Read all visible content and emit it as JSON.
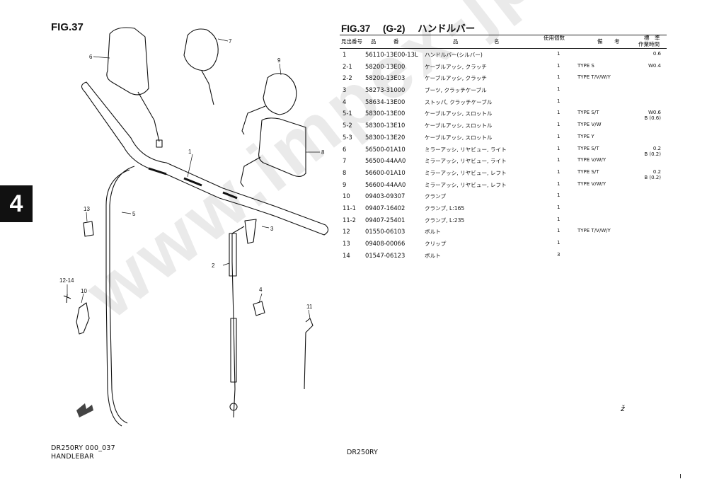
{
  "left": {
    "fig_label": "FIG.37",
    "section_tab": "4",
    "footer_code": "DR250RY 000_037",
    "footer_title": "HANDLEBAR"
  },
  "callouts": {
    "c1": "1",
    "c2": "2",
    "c3": "3",
    "c4": "4",
    "c5": "5",
    "c6": "6",
    "c7": "7",
    "c8": "8",
    "c9": "9",
    "c10": "10",
    "c11": "11",
    "c12_14": "12-14",
    "c13": "13"
  },
  "right": {
    "fig": "FIG.37",
    "group": "(G-2)",
    "title_jp": "ハンドルバー",
    "footer_model": "DR250RY",
    "note_mark": "ž"
  },
  "table": {
    "header": {
      "ref": "見出番号",
      "pn_a": "品",
      "pn_b": "番",
      "nm_a": "品",
      "nm_b": "名",
      "qty": "使用個数",
      "rm_a": "備",
      "rm_b": "考",
      "tm_a": "標　準",
      "tm_b": "作業時間"
    },
    "rows": [
      {
        "ref": "1",
        "pn": "56110-13E00-13L",
        "nm": "ハンドルバー(シルバー)",
        "qty": "1",
        "rm": "",
        "tm": "0.6"
      },
      {
        "ref": "2-1",
        "pn": "58200-13E00",
        "nm": "ケーブルアッシ, クラッチ",
        "qty": "1",
        "rm": "TYPE S",
        "tm": "W0.4"
      },
      {
        "ref": "2-2",
        "pn": "58200-13E03",
        "nm": "ケーブルアッシ, クラッチ",
        "qty": "1",
        "rm": "TYPE T/V/W/Y",
        "tm": ""
      },
      {
        "ref": "3",
        "pn": "58273-31000",
        "nm": "ブーツ, クラッチケーブル",
        "qty": "1",
        "rm": "",
        "tm": ""
      },
      {
        "ref": "4",
        "pn": "58634-13E00",
        "nm": "ストッパ, クラッチケーブル",
        "qty": "1",
        "rm": "",
        "tm": ""
      },
      {
        "ref": "5-1",
        "pn": "58300-13E00",
        "nm": "ケーブルアッシ, スロットル",
        "qty": "1",
        "rm": "TYPE S/T",
        "tm": "W0.6\nB (0.6)"
      },
      {
        "ref": "5-2",
        "pn": "58300-13E10",
        "nm": "ケーブルアッシ, スロットル",
        "qty": "1",
        "rm": "TYPE V/W",
        "tm": ""
      },
      {
        "ref": "5-3",
        "pn": "58300-13E20",
        "nm": "ケーブルアッシ, スロットル",
        "qty": "1",
        "rm": "TYPE Y",
        "tm": ""
      },
      {
        "ref": "6",
        "pn": "56500-01A10",
        "nm": "ミラーアッシ, リヤビュー, ライト",
        "qty": "1",
        "rm": "TYPE S/T",
        "tm": "0.2\nB (0.2)"
      },
      {
        "ref": "7",
        "pn": "56500-44AA0",
        "nm": "ミラーアッシ, リヤビュー, ライト",
        "qty": "1",
        "rm": "TYPE V/W/Y",
        "tm": ""
      },
      {
        "ref": "8",
        "pn": "56600-01A10",
        "nm": "ミラーアッシ, リヤビュー, レフト",
        "qty": "1",
        "rm": "TYPE S/T",
        "tm": "0.2\nB (0.2)"
      },
      {
        "ref": "9",
        "pn": "56600-44AA0",
        "nm": "ミラーアッシ, リヤビュー, レフト",
        "qty": "1",
        "rm": "TYPE V/W/Y",
        "tm": ""
      },
      {
        "ref": "10",
        "pn": "09403-09307",
        "nm": "クランプ",
        "qty": "1",
        "rm": "",
        "tm": ""
      },
      {
        "ref": "11-1",
        "pn": "09407-16402",
        "nm": "クランプ, L:165",
        "qty": "1",
        "rm": "",
        "tm": ""
      },
      {
        "ref": "11-2",
        "pn": "09407-25401",
        "nm": "クランプ, L:235",
        "qty": "1",
        "rm": "",
        "tm": ""
      },
      {
        "ref": "12",
        "pn": "01550-06103",
        "nm": "ボルト",
        "qty": "1",
        "rm": "TYPE T/V/W/Y",
        "tm": ""
      },
      {
        "ref": "13",
        "pn": "09408-00066",
        "nm": "クリップ",
        "qty": "1",
        "rm": "",
        "tm": ""
      },
      {
        "ref": "14",
        "pn": "01547-06123",
        "nm": "ボルト",
        "qty": "3",
        "rm": "",
        "tm": ""
      }
    ]
  },
  "watermark": "www.impex-jp.com"
}
